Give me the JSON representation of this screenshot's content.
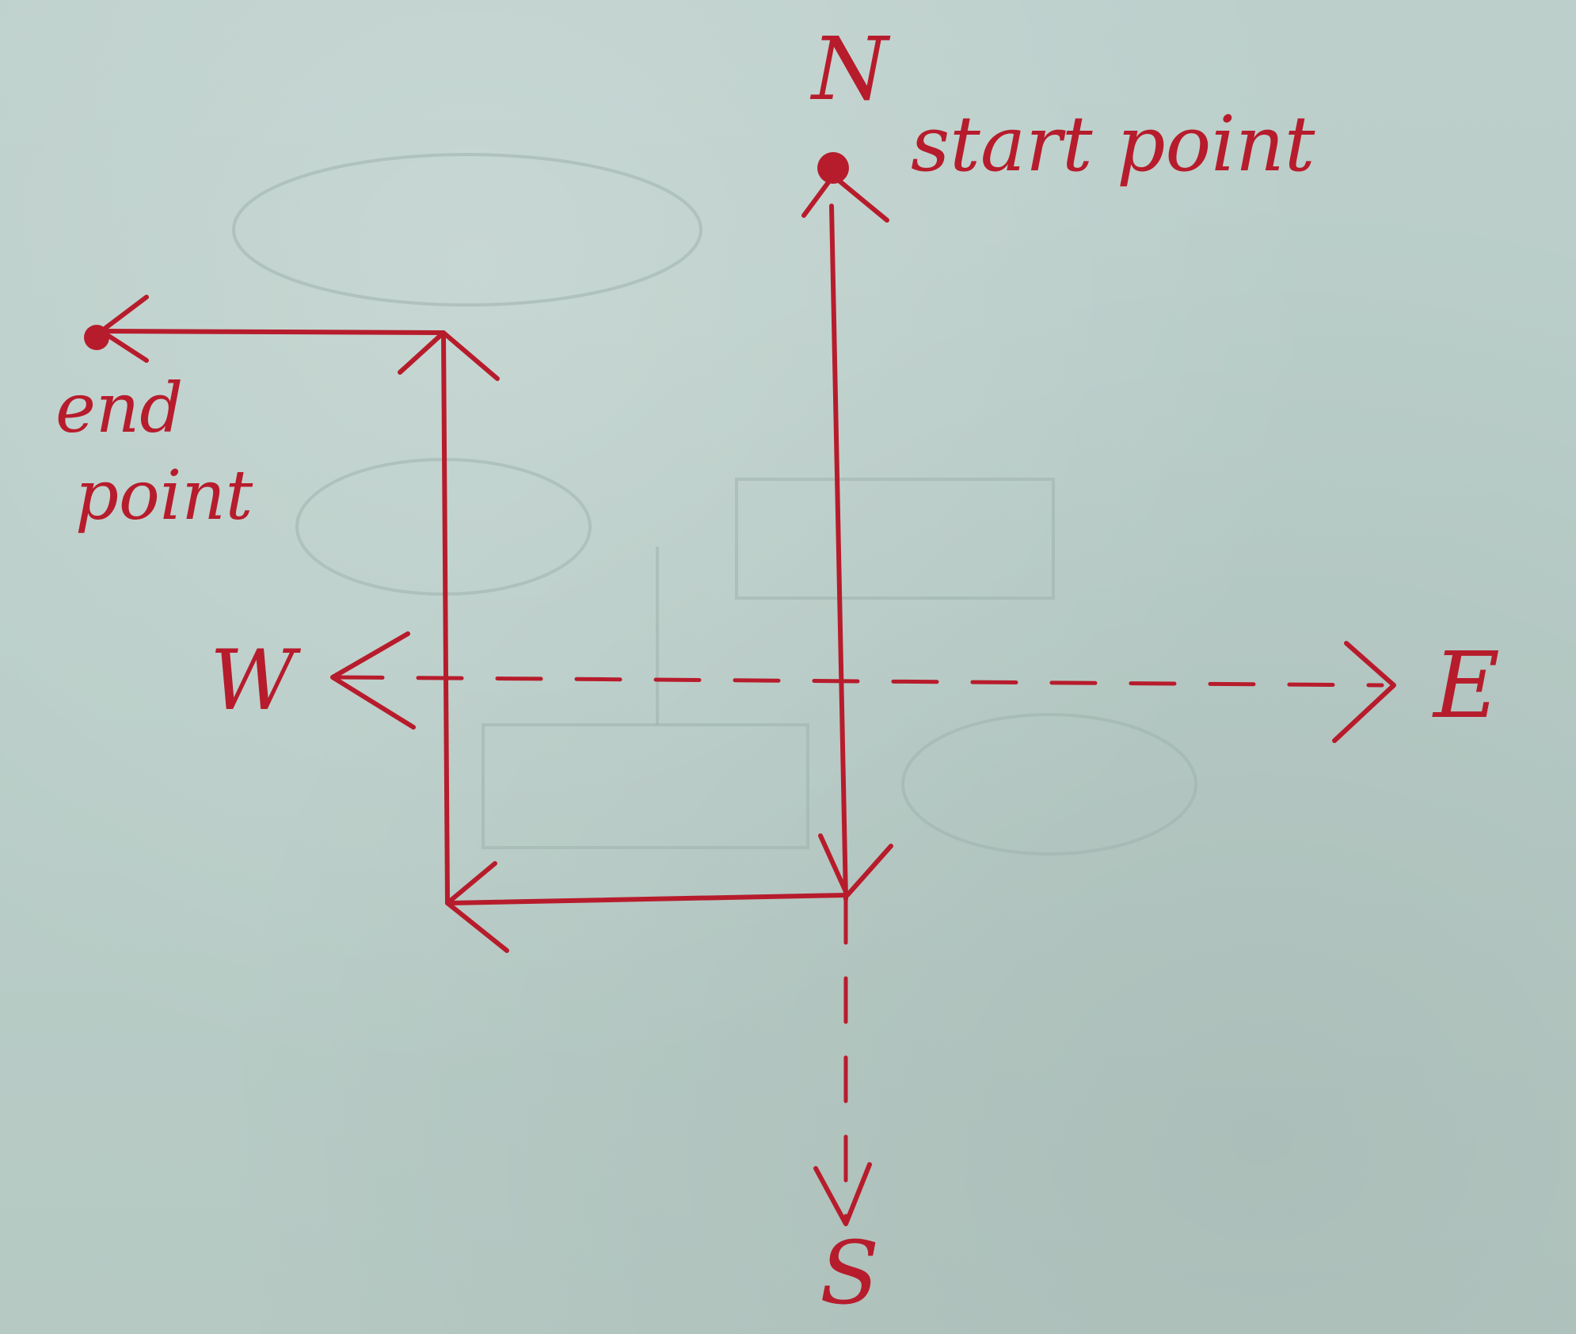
{
  "diagram": {
    "compass": {
      "north": "N",
      "south": "S",
      "east": "E",
      "west": "W"
    },
    "labels": {
      "start": "start point",
      "end_line1": "end",
      "end_line2": "point"
    },
    "ink_color": "#b71c2c",
    "paper_color": "#b9cdc8"
  }
}
